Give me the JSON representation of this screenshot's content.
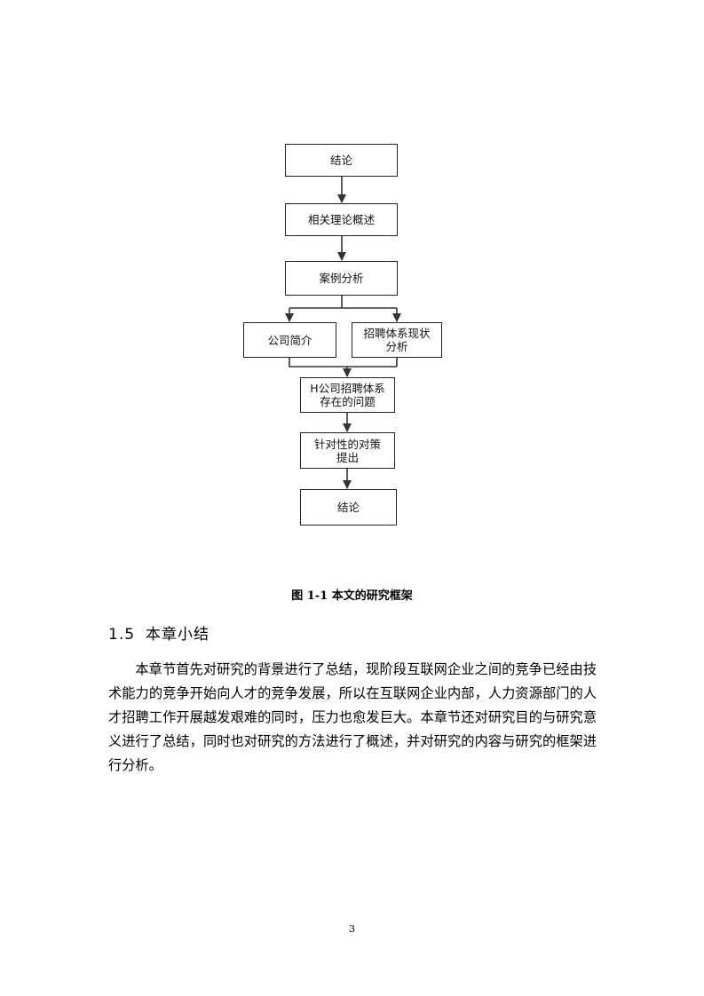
{
  "figure": {
    "nodes": {
      "n1": "结论",
      "n2": "相关理论概述",
      "n3": "案例分析",
      "n4": "公司简介",
      "n5": [
        "招聘体系现状",
        "分析"
      ],
      "n6": [
        "H公司招聘体系",
        "存在的问题"
      ],
      "n7": [
        "针对性的对策",
        "提出"
      ],
      "n8": "结论"
    },
    "caption": "图 1-1  本文的研究框架"
  },
  "section": {
    "number": "1.5",
    "title": "本章小结",
    "paragraph": "本章节首先对研究的背景进行了总结，现阶段互联网企业之间的竞争已经由技术能力的竞争开始向人才的竞争发展，所以在互联网企业内部，人力资源部门的人才招聘工作开展越发艰难的同时，压力也愈发巨大。本章节还对研究目的与研究意义进行了总结，同时也对研究的方法进行了概述，并对研究的内容与研究的框架进行分析。"
  },
  "page_number": "3"
}
